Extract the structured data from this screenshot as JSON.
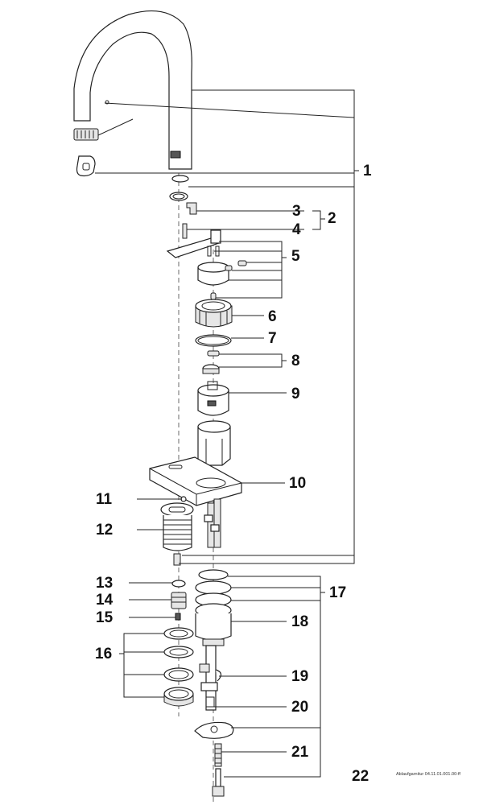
{
  "diagram": {
    "parts": [
      {
        "id": "1",
        "label": "1"
      },
      {
        "id": "2",
        "label": "2"
      },
      {
        "id": "3",
        "label": "3"
      },
      {
        "id": "4",
        "label": "4"
      },
      {
        "id": "5",
        "label": "5"
      },
      {
        "id": "6",
        "label": "6"
      },
      {
        "id": "7",
        "label": "7"
      },
      {
        "id": "8",
        "label": "8"
      },
      {
        "id": "9",
        "label": "9"
      },
      {
        "id": "10",
        "label": "10"
      },
      {
        "id": "11",
        "label": "11"
      },
      {
        "id": "12",
        "label": "12"
      },
      {
        "id": "13",
        "label": "13"
      },
      {
        "id": "14",
        "label": "14"
      },
      {
        "id": "15",
        "label": "15"
      },
      {
        "id": "16",
        "label": "16"
      },
      {
        "id": "17",
        "label": "17"
      },
      {
        "id": "18",
        "label": "18"
      },
      {
        "id": "19",
        "label": "19"
      },
      {
        "id": "20",
        "label": "20"
      },
      {
        "id": "21",
        "label": "21"
      },
      {
        "id": "22",
        "label": "22"
      }
    ],
    "footnote": "Ablaufgarnitur 04.11.01.001.00-ff"
  }
}
